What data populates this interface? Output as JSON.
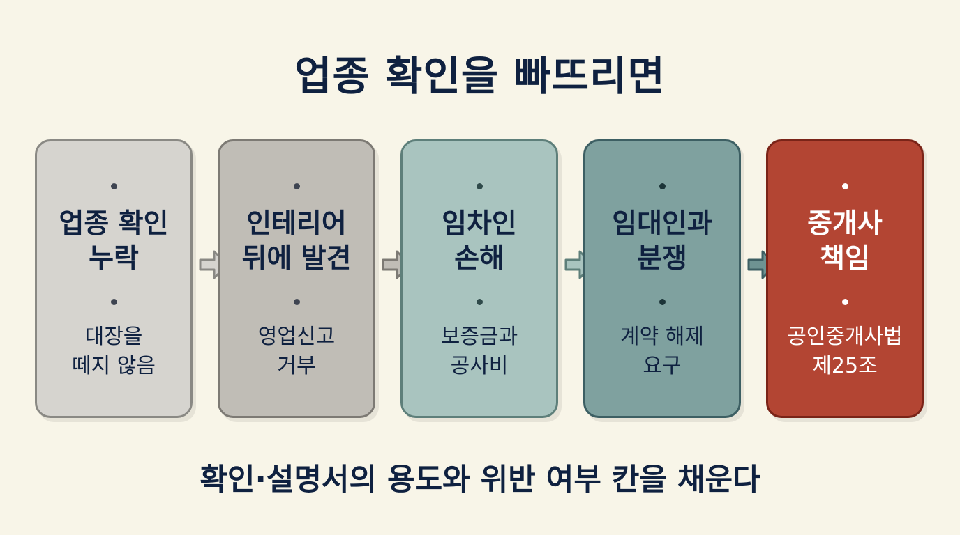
{
  "title": "업종 확인을 빠뜨리면",
  "footer": "확인·설명서의 용도와 위반 여부 칸을 채운다",
  "steps": [
    {
      "head": [
        "업종 확인",
        "누락"
      ],
      "detail": [
        "대장을",
        "떼지 않음"
      ],
      "fill": "#d6d4cf",
      "border": "#8a8984",
      "text": "#0f2140",
      "dot": "#3e4451"
    },
    {
      "head": [
        "인테리어",
        "뒤에 발견"
      ],
      "detail": [
        "영업신고",
        "거부"
      ],
      "fill": "#c0bdb6",
      "border": "#7d7a74",
      "text": "#0f2140",
      "dot": "#3e4451"
    },
    {
      "head": [
        "임차인",
        "손해"
      ],
      "detail": [
        "보증금과",
        "공사비"
      ],
      "fill": "#a9c4bf",
      "border": "#5e7f7a",
      "text": "#0f2140",
      "dot": "#2f4a4a"
    },
    {
      "head": [
        "임대인과",
        "분쟁"
      ],
      "detail": [
        "계약 해제",
        "요구"
      ],
      "fill": "#7fa19f",
      "border": "#3d5f63",
      "text": "#0f2140",
      "dot": "#1c3438"
    },
    {
      "head": [
        "중개사",
        "책임"
      ],
      "detail": [
        "공인중개사법",
        "제25조"
      ],
      "fill": "#b34533",
      "border": "#7a2418",
      "text": "#ffffff",
      "dot": "#ffffff"
    }
  ],
  "arrows": [
    {
      "fill": "#d6d4cf",
      "stroke": "#8a8984"
    },
    {
      "fill": "#c0bdb6",
      "stroke": "#7d7a74"
    },
    {
      "fill": "#a9c4bf",
      "stroke": "#5e7f7a"
    },
    {
      "fill": "#6e9392",
      "stroke": "#3d5f63"
    }
  ]
}
